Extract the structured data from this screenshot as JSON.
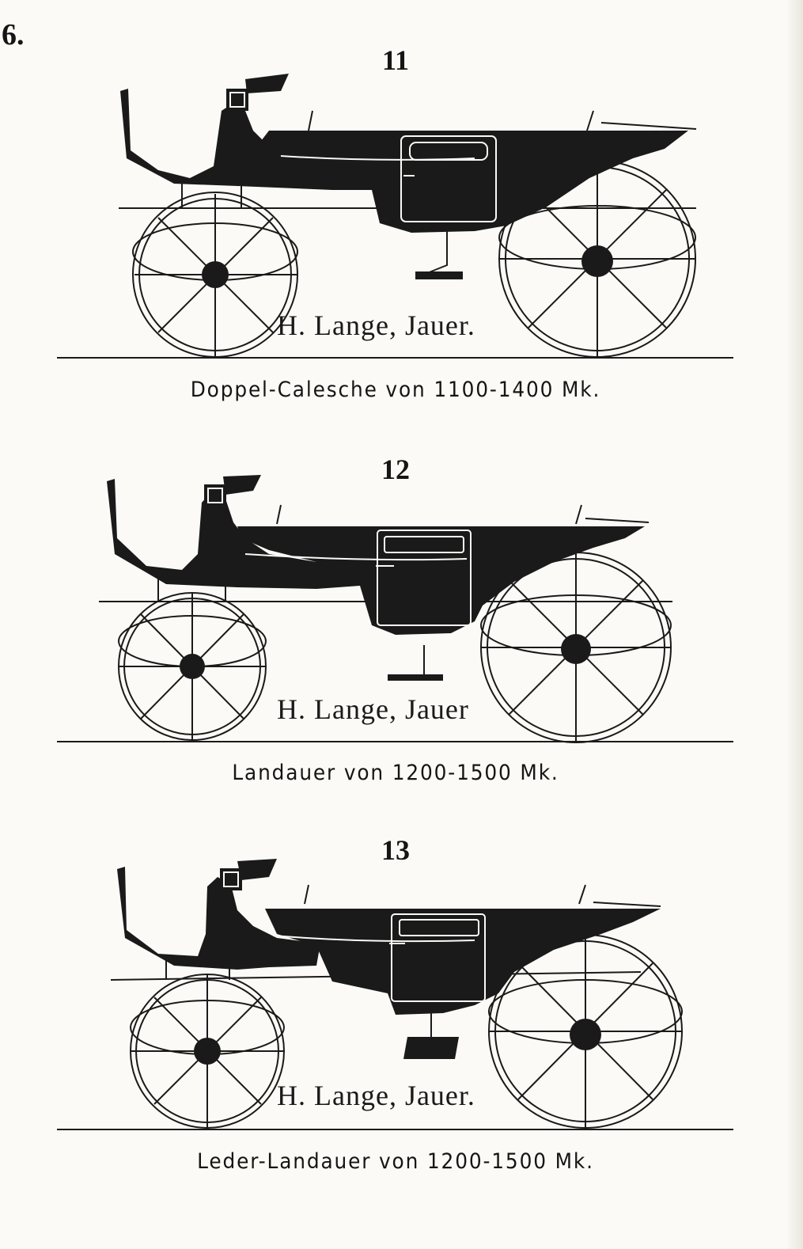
{
  "page": {
    "number": "6."
  },
  "plates": [
    {
      "number": "11",
      "maker": "H. Lange, Jauer.",
      "caption": "Doppel-Calesche von 1100-1400 Mk."
    },
    {
      "number": "12",
      "maker": "H. Lange, Jauer",
      "caption": "Landauer von 1200-1500 Mk."
    },
    {
      "number": "13",
      "maker": "H. Lange, Jauer.",
      "caption": "Leder-Landauer von 1200-1500 Mk."
    }
  ],
  "colors": {
    "ink": "#151515",
    "paper": "#fbfaf6"
  }
}
